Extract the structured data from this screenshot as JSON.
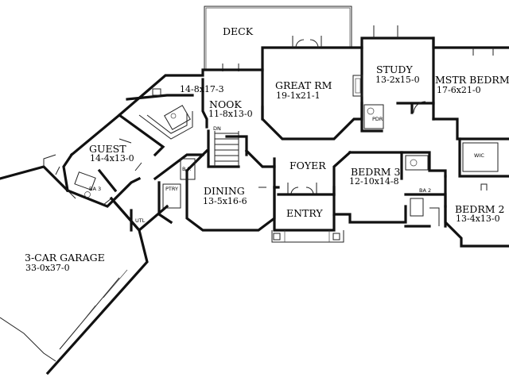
{
  "rooms": {
    "deck": {
      "name": "DECK"
    },
    "great_rm": {
      "name": "GREAT RM",
      "dim": "19-1x21-1"
    },
    "study": {
      "name": "STUDY",
      "dim": "13-2x15-0"
    },
    "mstr_bedrm": {
      "name": "MSTR BEDRM",
      "dim": "17-6x21-0"
    },
    "kitchen": {
      "dim": "14-8x17-3"
    },
    "nook": {
      "name": "NOOK",
      "dim": "11-8x13-0"
    },
    "guest": {
      "name": "GUEST",
      "dim": "14-4x13-0"
    },
    "foyer": {
      "name": "FOYER"
    },
    "bedrm3": {
      "name": "BEDRM 3",
      "dim": "12-10x14-8"
    },
    "bedrm2": {
      "name": "BEDRM 2",
      "dim": "13-4x13-0"
    },
    "dining": {
      "name": "DINING",
      "dim": "13-5x16-6"
    },
    "entry": {
      "name": "ENTRY"
    },
    "garage": {
      "name": "3-CAR GARAGE",
      "dim": "33-0x37-0"
    }
  },
  "small_labels": {
    "dn": "DN",
    "bp": "B.P.",
    "ptry": "PTRY",
    "ba3": "BA 3",
    "utl": "UTL",
    "pdr": "PDR",
    "ba2": "BA 2",
    "wic": "WIC"
  }
}
